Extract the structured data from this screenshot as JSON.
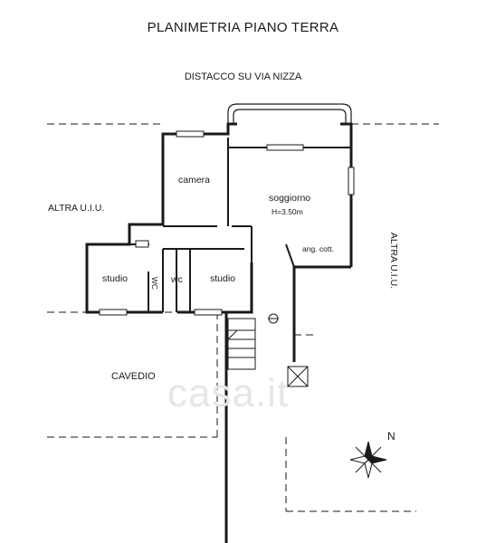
{
  "plan": {
    "title": "PLANIMETRIA PIANO TERRA",
    "street_label": "DISTACCO SU VIA NIZZA",
    "adjacent_left": "ALTRA U.I.U.",
    "adjacent_right": "ALTRA U.I.U.",
    "courtyard": "CAVEDIO",
    "rooms": {
      "camera": "camera",
      "soggiorno": "soggiorno",
      "soggiorno_height": "H=3.50m",
      "angolo_cottura": "ang. cott.",
      "studio_left": "studio",
      "wc_vertical": "WC",
      "wc": "wc",
      "studio_right": "studio"
    },
    "north": "N",
    "watermark": "casa.it"
  },
  "colors": {
    "line": "#1a1a1a",
    "watermark": "#e6e6e6"
  }
}
